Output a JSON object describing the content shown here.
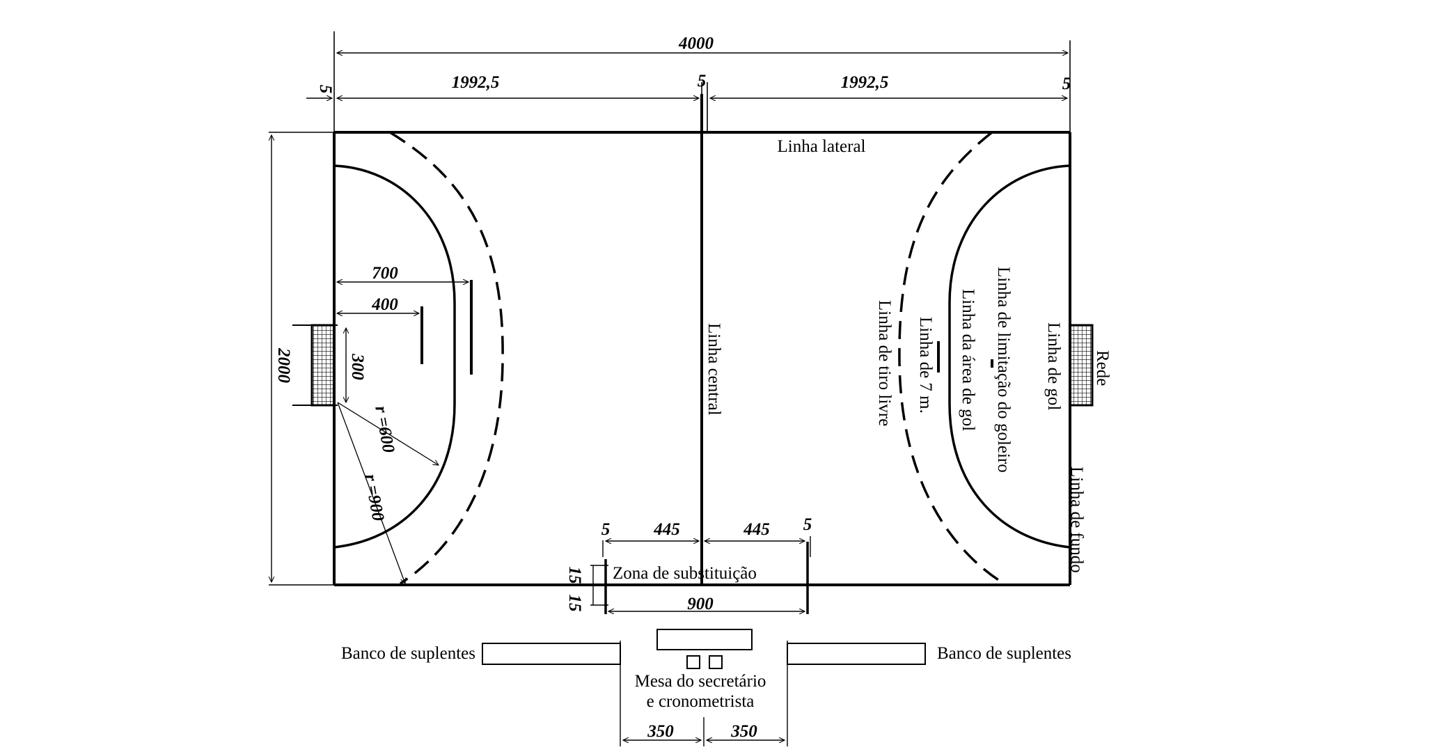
{
  "dimensions": {
    "total_length": "4000",
    "half_left": "1992,5",
    "half_right": "1992,5",
    "line_width_left": "5",
    "line_width_center": "5",
    "line_width_right": "5",
    "width": "2000",
    "free_throw_dist": "700",
    "goalkeeper_limit_dist": "400",
    "goal_width": "300",
    "goal_area_radius": "r =600",
    "free_throw_radius": "r =900",
    "sub_left_width": "5",
    "sub_left_dist": "445",
    "sub_right_dist": "445",
    "sub_right_width": "5",
    "sub_depth_top": "15",
    "sub_depth_bottom": "15",
    "sub_total": "900",
    "table_left": "350",
    "table_right": "350"
  },
  "labels": {
    "sideline": "Linha lateral",
    "center_line": "Linha central",
    "free_throw_line": "Linha de tiro livre",
    "seven_m_line": "Linha de 7 m.",
    "goal_area_line": "Linha da área de gol",
    "goalkeeper_limit_line": "Linha de limitação do goleiro",
    "goal_line": "Linha de gol",
    "net": "Rede",
    "end_line": "Linha de fundo",
    "substitution_zone": "Zona de substituição",
    "bench_left": "Banco de suplentes",
    "bench_right": "Banco de suplentes",
    "table_line1": "Mesa do  secretário",
    "table_line2": "e cronometrista"
  }
}
